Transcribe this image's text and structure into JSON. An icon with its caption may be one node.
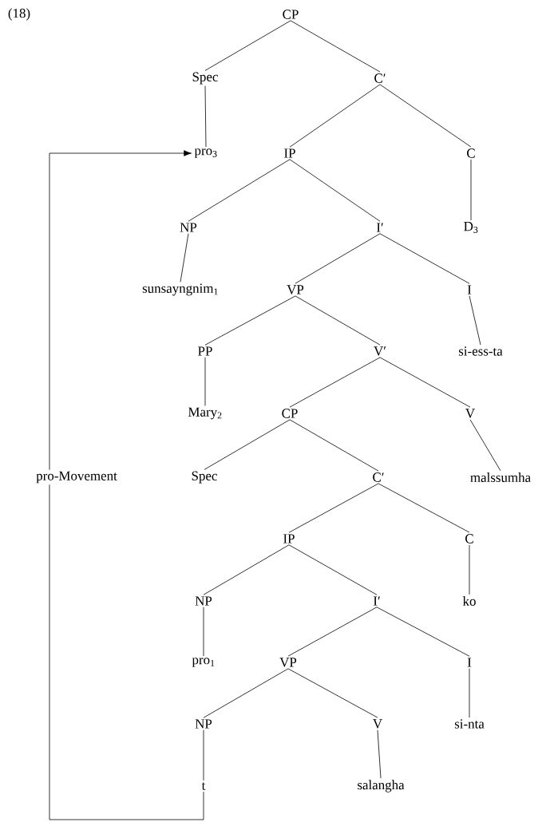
{
  "diagram": {
    "nodes": [
      {
        "text": [
          "CP"
        ]
      },
      {
        "text": [
          "Spec"
        ]
      },
      {
        "text": [
          "C′"
        ]
      },
      {
        "text": [
          "pro$_{3}$"
        ]
      },
      {
        "text": [
          "IP"
        ]
      },
      {
        "text": [
          "C"
        ]
      },
      {
        "text": [
          "NP"
        ]
      },
      {
        "text": [
          "I′"
        ]
      },
      {
        "text": [
          "D$_{3}$"
        ]
      },
      {
        "text": [
          "sunsayngnim$_{1}$"
        ]
      },
      {
        "text": [
          "VP"
        ]
      },
      {
        "text": [
          "I"
        ]
      },
      {
        "text": [
          "PP"
        ]
      },
      {
        "text": [
          "V′"
        ]
      },
      {
        "text": [
          "si-ess-ta"
        ]
      },
      {
        "text": [
          "Mary$_{2}$"
        ]
      },
      {
        "text": [
          "CP"
        ]
      },
      {
        "text": [
          "V"
        ]
      },
      {
        "text": [
          "Spec"
        ]
      },
      {
        "text": [
          "C′"
        ]
      },
      {
        "text": [
          "malssumha"
        ]
      },
      {
        "text": [
          "IP"
        ]
      },
      {
        "text": [
          "C"
        ]
      },
      {
        "text": [
          "NP"
        ]
      },
      {
        "text": [
          "I′"
        ]
      },
      {
        "text": [
          "ko"
        ]
      },
      {
        "text": [
          "pro$_{1}$"
        ]
      },
      {
        "text": [
          "VP"
        ]
      },
      {
        "text": [
          "I"
        ]
      },
      {
        "text": [
          "NP"
        ]
      },
      {
        "text": [
          "V"
        ]
      },
      {
        "text": [
          "si-nta"
        ]
      },
      {
        "text": [
          "t"
        ]
      },
      {
        "text": [
          "salangha"
        ]
      }
    ],
    "edges": [
      {
        "from": 0,
        "to": 1,
        "arrow": "none"
      },
      {
        "from": 0,
        "to": 2,
        "arrow": "none"
      },
      {
        "from": 1,
        "to": 3,
        "arrow": "none"
      },
      {
        "from": 2,
        "to": 4,
        "arrow": "none"
      },
      {
        "from": 2,
        "to": 5,
        "arrow": "none"
      },
      {
        "from": 4,
        "to": 6,
        "arrow": "none"
      },
      {
        "from": 4,
        "to": 7,
        "arrow": "none"
      },
      {
        "from": 5,
        "to": 8,
        "arrow": "none"
      },
      {
        "from": 6,
        "to": 9,
        "arrow": "none"
      },
      {
        "from": 7,
        "to": 10,
        "arrow": "none"
      },
      {
        "from": 7,
        "to": 11,
        "arrow": "none"
      },
      {
        "from": 10,
        "to": 12,
        "arrow": "none"
      },
      {
        "from": 10,
        "to": 13,
        "arrow": "none"
      },
      {
        "from": 11,
        "to": 14,
        "arrow": "none"
      },
      {
        "from": 12,
        "to": 15,
        "arrow": "none"
      },
      {
        "from": 13,
        "to": 16,
        "arrow": "none"
      },
      {
        "from": 13,
        "to": 17,
        "arrow": "none"
      },
      {
        "from": 16,
        "to": 18,
        "arrow": "none"
      },
      {
        "from": 16,
        "to": 19,
        "arrow": "none"
      },
      {
        "from": 17,
        "to": 20,
        "arrow": "none"
      },
      {
        "from": 19,
        "to": 21,
        "arrow": "none"
      },
      {
        "from": 19,
        "to": 22,
        "arrow": "none"
      },
      {
        "from": 21,
        "to": 23,
        "arrow": "none"
      },
      {
        "from": 21,
        "to": 24,
        "arrow": "none"
      },
      {
        "from": 22,
        "to": 25,
        "arrow": "none"
      },
      {
        "from": 23,
        "to": 26,
        "arrow": "none"
      },
      {
        "from": 24,
        "to": 27,
        "arrow": "none"
      },
      {
        "from": 24,
        "to": 28,
        "arrow": "none"
      },
      {
        "from": 27,
        "to": 29,
        "arrow": "none"
      },
      {
        "from": 27,
        "to": 30,
        "arrow": "none"
      },
      {
        "from": 28,
        "to": 31,
        "arrow": "none"
      },
      {
        "from": 29,
        "to": 32,
        "arrow": "none"
      },
      {
        "from": 30,
        "to": 33,
        "arrow": "none"
      },
      {
        "from": 32,
        "to": 3,
        "arrow": "to",
        "label": "pro-Movement"
      }
    ],
    "labels": [
      "(18)"
    ]
  }
}
